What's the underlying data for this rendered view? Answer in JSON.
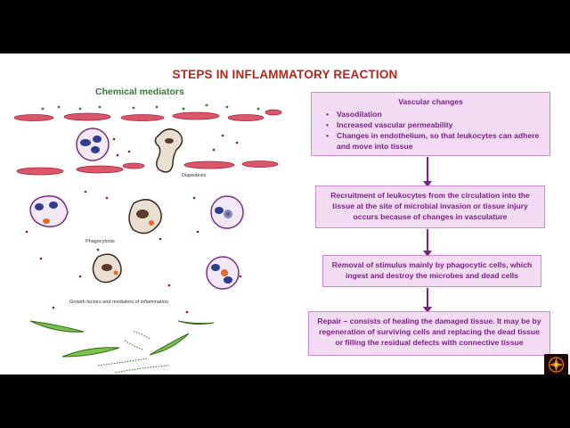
{
  "title": "STEPS IN INFLAMMATORY REACTION",
  "diagram": {
    "chemical_mediators_label": "Chemical mediators",
    "diapedesis_label": "Diapedesis",
    "phagocytosis_label": "Phagocytosis",
    "growth_label": "Growth factors and mediators of inflammation"
  },
  "flow": {
    "vascular": {
      "title": "Vascular changes",
      "items": [
        "Vasodilation",
        "Increased vascular permeability",
        "Changes in endothelium, so that leukocytes can adhere and move into tissue"
      ]
    },
    "recruitment": "Recruitment of leukocytes from the circulation into the tissue at the site of microbial invasion or tissue injury occurs because of changes in vasculature",
    "removal": "Removal of stimulus mainly by phagocytic cells, which ingest and destroy the microbes and dead cells",
    "repair": "Repair – consists of healing the damaged tissue. It may be by regeneration of surviving cells and replacing the dead tissue or filling the residual defects with connective tissue"
  },
  "colors": {
    "title": "#b3261e",
    "box_fill": "#f3dcf3",
    "box_border": "#c98ad0",
    "box_text": "#7b1f86",
    "label_green": "#2e7d32"
  }
}
